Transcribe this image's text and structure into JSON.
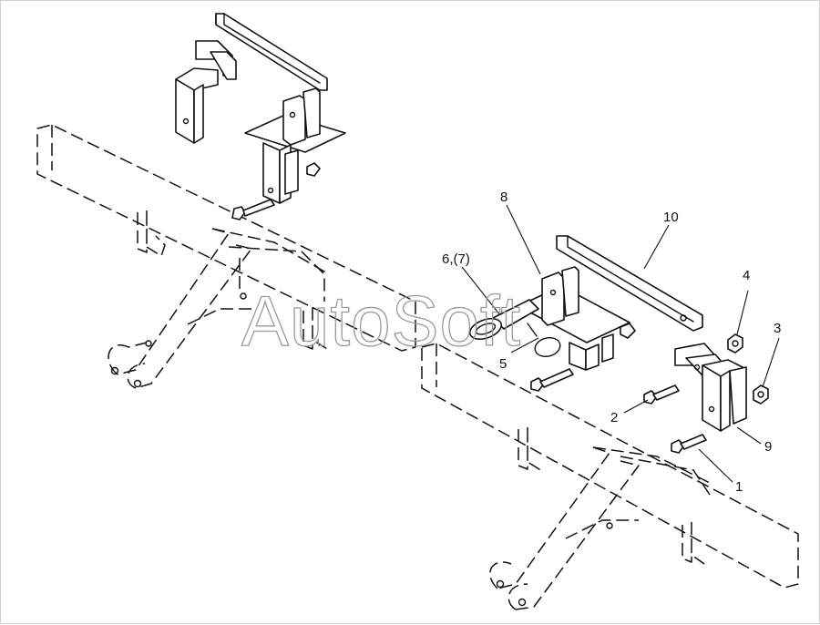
{
  "watermark": "AutoSoft",
  "callouts": {
    "c1": "1",
    "c2": "2",
    "c3": "3",
    "c4": "4",
    "c5": "5",
    "c6": "6,(7)",
    "c8": "8",
    "c9": "9",
    "c10": "10"
  },
  "colors": {
    "line": "#111111",
    "watermark": "#9a9a9a",
    "background": "#ffffff"
  }
}
